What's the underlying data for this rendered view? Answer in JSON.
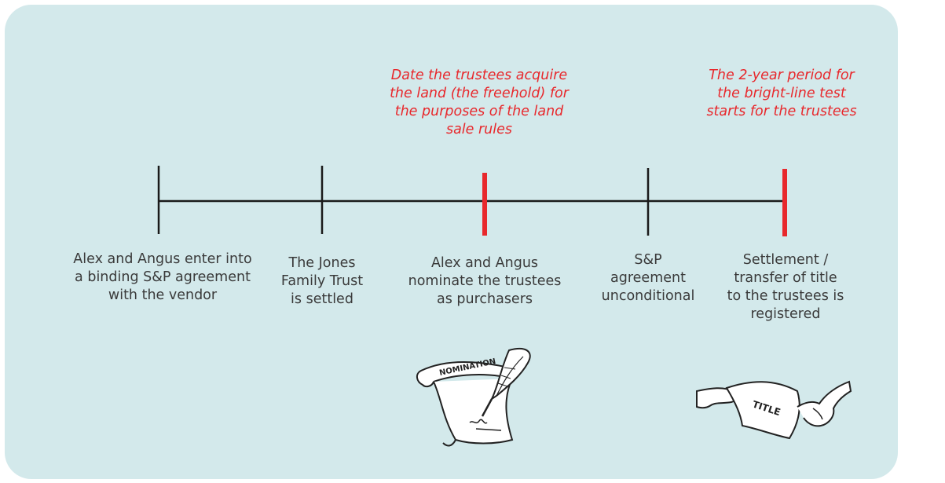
{
  "annotations": [
    {
      "text": "Date the trustees acquire\nthe land (the freehold) for\nthe purposes of the land\nsale rules",
      "color": "#e8282c"
    },
    {
      "text": "The 2-year period for\nthe bright-line test\nstarts for the trustees",
      "color": "#e8282c"
    }
  ],
  "events": [
    {
      "label": "Alex and Angus enter into\na binding S&P agreement\nwith the vendor",
      "highlight": false
    },
    {
      "label": "The Jones\nFamily Trust\nis settled",
      "highlight": false
    },
    {
      "label": "Alex and Angus\nnominate the trustees\nas purchasers",
      "highlight": true
    },
    {
      "label": "S&P\nagreement\nunconditional",
      "highlight": false
    },
    {
      "label": "Settlement /\ntransfer of title\nto the trustees is\nregistered",
      "highlight": true
    }
  ],
  "illustrations": [
    {
      "icon": "nomination-scroll-icon",
      "text": "NOMINATION"
    },
    {
      "icon": "title-handover-icon",
      "text": "TITLE"
    }
  ],
  "colors": {
    "background": "#d3e9eb",
    "line": "#1a1a1a",
    "highlight": "#e8282c",
    "text": "#3a3a3a"
  }
}
